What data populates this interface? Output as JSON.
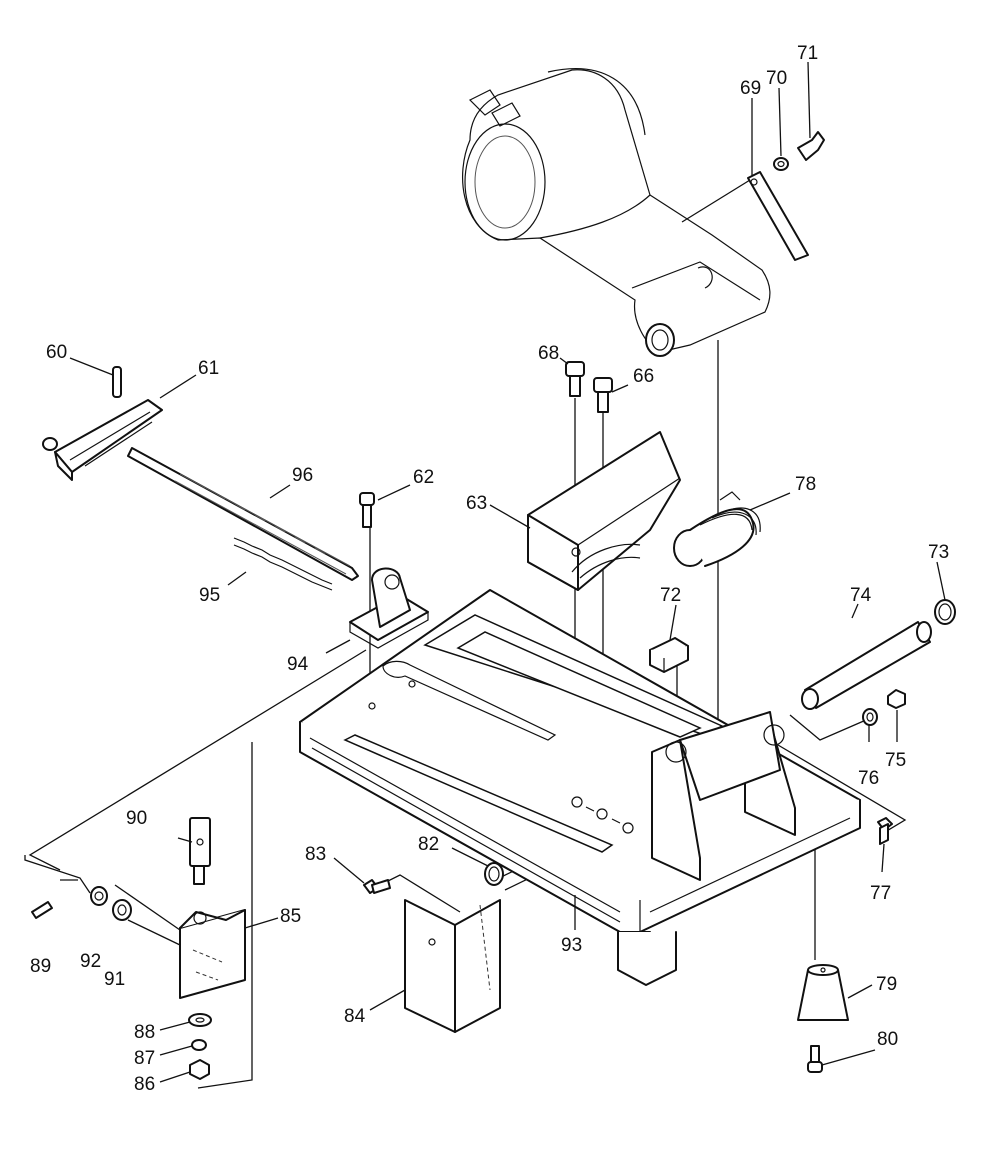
{
  "parts": [
    {
      "id": "p60",
      "number": "60"
    },
    {
      "id": "p61",
      "number": "61"
    },
    {
      "id": "p62",
      "number": "62"
    },
    {
      "id": "p63",
      "number": "63"
    },
    {
      "id": "p66",
      "number": "66"
    },
    {
      "id": "p68",
      "number": "68"
    },
    {
      "id": "p69",
      "number": "69"
    },
    {
      "id": "p70",
      "number": "70"
    },
    {
      "id": "p71",
      "number": "71"
    },
    {
      "id": "p72",
      "number": "72"
    },
    {
      "id": "p73",
      "number": "73"
    },
    {
      "id": "p74",
      "number": "74"
    },
    {
      "id": "p75",
      "number": "75"
    },
    {
      "id": "p76",
      "number": "76"
    },
    {
      "id": "p77",
      "number": "77"
    },
    {
      "id": "p78",
      "number": "78"
    },
    {
      "id": "p79",
      "number": "79"
    },
    {
      "id": "p80",
      "number": "80"
    },
    {
      "id": "p82",
      "number": "82"
    },
    {
      "id": "p83",
      "number": "83"
    },
    {
      "id": "p84",
      "number": "84"
    },
    {
      "id": "p85",
      "number": "85"
    },
    {
      "id": "p86",
      "number": "86"
    },
    {
      "id": "p87",
      "number": "87"
    },
    {
      "id": "p88",
      "number": "88"
    },
    {
      "id": "p89",
      "number": "89"
    },
    {
      "id": "p90",
      "number": "90"
    },
    {
      "id": "p91",
      "number": "91"
    },
    {
      "id": "p92",
      "number": "92"
    },
    {
      "id": "p93",
      "number": "93"
    },
    {
      "id": "p94",
      "number": "94"
    },
    {
      "id": "p95",
      "number": "95"
    },
    {
      "id": "p96",
      "number": "96"
    }
  ]
}
